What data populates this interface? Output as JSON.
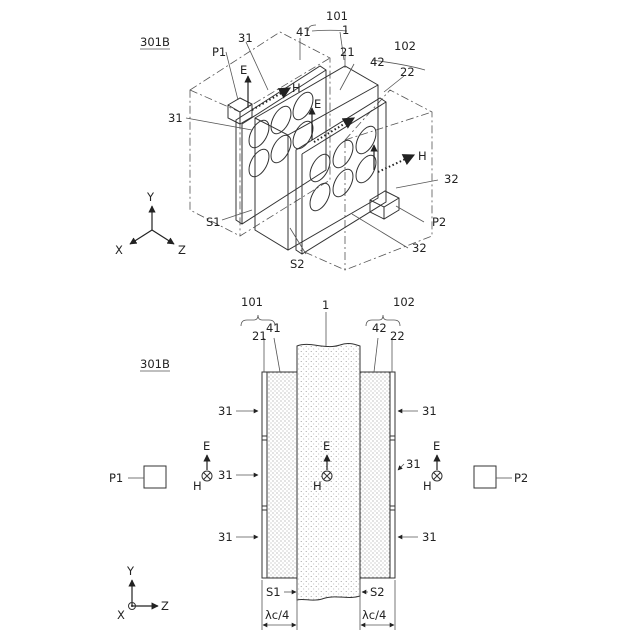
{
  "top": {
    "figure_label": "301B",
    "labels": {
      "l101": "101",
      "l1": "1",
      "l102": "102",
      "l41": "41",
      "l21": "21",
      "l31a": "31",
      "l42": "42",
      "l22": "22",
      "lP1": "P1",
      "lE1": "E",
      "lH1": "H",
      "lE2": "E",
      "lH2": "H",
      "l31b": "31",
      "l32a": "32",
      "l32b": "32",
      "lS1": "S1",
      "lS2": "S2",
      "lP2": "P2"
    },
    "axes": {
      "y": "Y",
      "x": "X",
      "z": "Z"
    }
  },
  "bottom": {
    "figure_label": "301B",
    "labels": {
      "l101": "101",
      "l1": "1",
      "l102": "102",
      "l21": "21",
      "l41": "41",
      "l42": "42",
      "l22": "22",
      "l31L1": "31",
      "l31L2": "31",
      "l31L3": "31",
      "l31R1": "31",
      "l31R2": "31",
      "l31R3": "31",
      "lP1": "P1",
      "lP2": "P2",
      "lE_left": "E",
      "lH_left": "H",
      "lE_mid": "E",
      "lH_mid": "H",
      "lE_right": "E",
      "lH_right": "H",
      "lS1": "S1",
      "lS2": "S2",
      "lw1": "λc/4",
      "lw2": "λc/4"
    },
    "axes": {
      "y": "Y",
      "x": "X",
      "z": "Z"
    }
  }
}
